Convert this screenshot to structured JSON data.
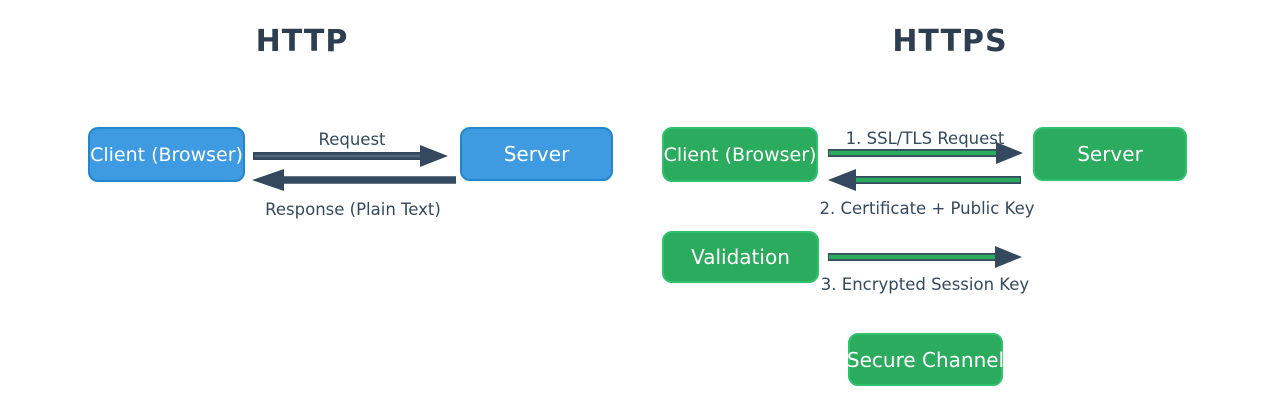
{
  "colors": {
    "blue_box": "#3e9be2",
    "blue_box_border": "#2386cc",
    "green_box": "#2bab5e",
    "green_box_border": "#30c16d",
    "title": "#2d3e50",
    "arrow": "#34495e",
    "arrow_core_http": "#54697f",
    "label": "#34495e",
    "box_text": "#ffffff",
    "background": "#ffffff"
  },
  "http": {
    "title": "HTTP",
    "client_label": "Client (Browser)",
    "server_label": "Server",
    "request_label": "Request",
    "response_label": "Response (Plain Text)"
  },
  "https": {
    "title": "HTTPS",
    "client_label": "Client (Browser)",
    "server_label": "Server",
    "validation_label": "Validation",
    "secure_channel_label": "Secure Channel",
    "step1_label": "1. SSL/TLS Request",
    "step2_label": "2. Certificate + Public Key",
    "step3_label": "3. Encrypted Session Key"
  }
}
